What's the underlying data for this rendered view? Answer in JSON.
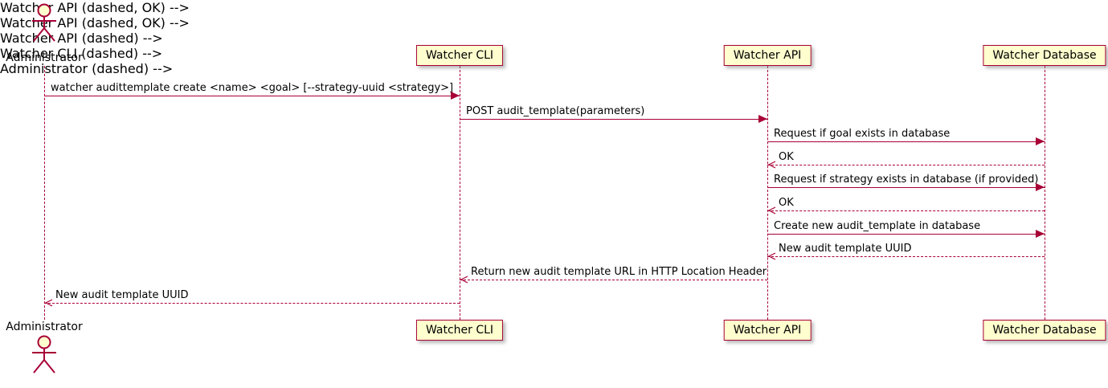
{
  "diagram": {
    "type": "sequence",
    "actor": {
      "name": "Administrator"
    },
    "participants": [
      {
        "name": "Watcher CLI"
      },
      {
        "name": "Watcher API"
      },
      {
        "name": "Watcher Database"
      }
    ],
    "messages": [
      {
        "from": "Administrator",
        "to": "Watcher CLI",
        "style": "solid",
        "label": "watcher audittemplate create <name> <goal> [--strategy-uuid <strategy>]"
      },
      {
        "from": "Watcher CLI",
        "to": "Watcher API",
        "style": "solid",
        "label": "POST audit_template(parameters)"
      },
      {
        "from": "Watcher API",
        "to": "Watcher Database",
        "style": "solid",
        "label": "Request if goal exists in database"
      },
      {
        "from": "Watcher Database",
        "to": "Watcher API",
        "style": "dashed",
        "label": "OK"
      },
      {
        "from": "Watcher API",
        "to": "Watcher Database",
        "style": "solid",
        "label": "Request if strategy exists in database (if provided)"
      },
      {
        "from": "Watcher Database",
        "to": "Watcher API",
        "style": "dashed",
        "label": "OK"
      },
      {
        "from": "Watcher API",
        "to": "Watcher Database",
        "style": "solid",
        "label": "Create new audit_template in database"
      },
      {
        "from": "Watcher Database",
        "to": "Watcher API",
        "style": "dashed",
        "label": "New audit template UUID"
      },
      {
        "from": "Watcher API",
        "to": "Watcher CLI",
        "style": "dashed",
        "label": "Return new audit template URL in HTTP Location Header"
      },
      {
        "from": "Watcher CLI",
        "to": "Administrator",
        "style": "dashed",
        "label": "New audit template UUID"
      }
    ],
    "colors": {
      "border": "#A80036",
      "participant_fill": "#FEFECE",
      "background": "#FFFFFF",
      "text": "#000000"
    }
  }
}
